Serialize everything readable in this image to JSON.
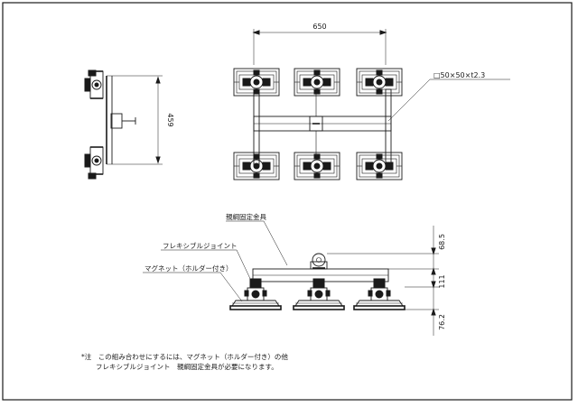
{
  "dimensions": {
    "top_width": "650",
    "side_height": "459",
    "front_top": "68.5",
    "front_mid": "111",
    "front_bottom": "76.2"
  },
  "labels": {
    "tube_spec": "□50×50×t2.3",
    "bracket": "親綱固定金具",
    "flex_joint": "フレキシブルジョイント",
    "magnet": "マグネット（ホルダー付き）"
  },
  "note": {
    "line1": "*注　この組み合わせにするには、マグネット（ホルダー付き）の他",
    "line2": "フレキシブルジョイント　親綱固定金具が必要になります。"
  }
}
